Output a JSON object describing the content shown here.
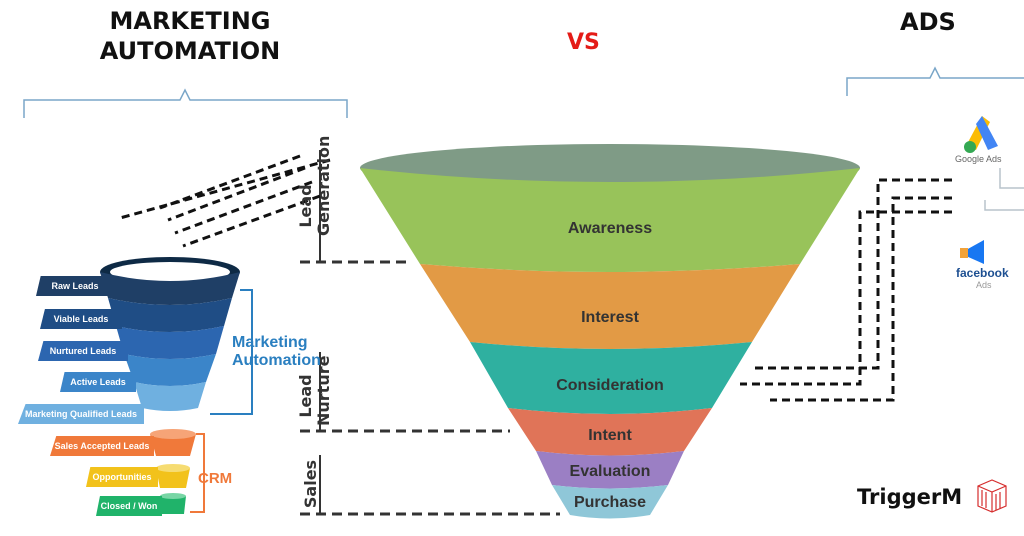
{
  "headings": {
    "marketing_automation": "MARKETING\nAUTOMATION",
    "vs": "VS",
    "ads": "ADS"
  },
  "stages": {
    "lead_generation": "Lead\nGeneration",
    "lead_nurture": "Lead\nNurture",
    "sales": "Sales"
  },
  "main_funnel": [
    {
      "label": "Awareness",
      "color": "#98c35a"
    },
    {
      "label": "Interest",
      "color": "#e29a45"
    },
    {
      "label": "Consideration",
      "color": "#2fb0a0"
    },
    {
      "label": "Intent",
      "color": "#e07458"
    },
    {
      "label": "Evaluation",
      "color": "#9b7fc4"
    },
    {
      "label": "Purchase",
      "color": "#8fc7d8"
    }
  ],
  "marketing_funnel": [
    {
      "label": "Raw Leads",
      "color": "#1f3f66"
    },
    {
      "label": "Viable Leads",
      "color": "#1f4d85"
    },
    {
      "label": "Nurtured Leads",
      "color": "#2c66b0"
    },
    {
      "label": "Active Leads",
      "color": "#3b85c9"
    },
    {
      "label": "Marketing Qualified Leads",
      "color": "#6fb0e0"
    },
    {
      "label": "Sales Accepted Leads",
      "color": "#f0793a"
    },
    {
      "label": "Opportunities",
      "color": "#f2c21b"
    },
    {
      "label": "Closed / Won",
      "color": "#20b36a"
    }
  ],
  "group_labels": {
    "marketing_automation": "Marketing\nAutomation",
    "crm": "CRM"
  },
  "ads": {
    "google": {
      "name": "Google Ads"
    },
    "facebook": {
      "name": "facebook",
      "sub": "Ads"
    }
  },
  "brand": "TriggerM"
}
